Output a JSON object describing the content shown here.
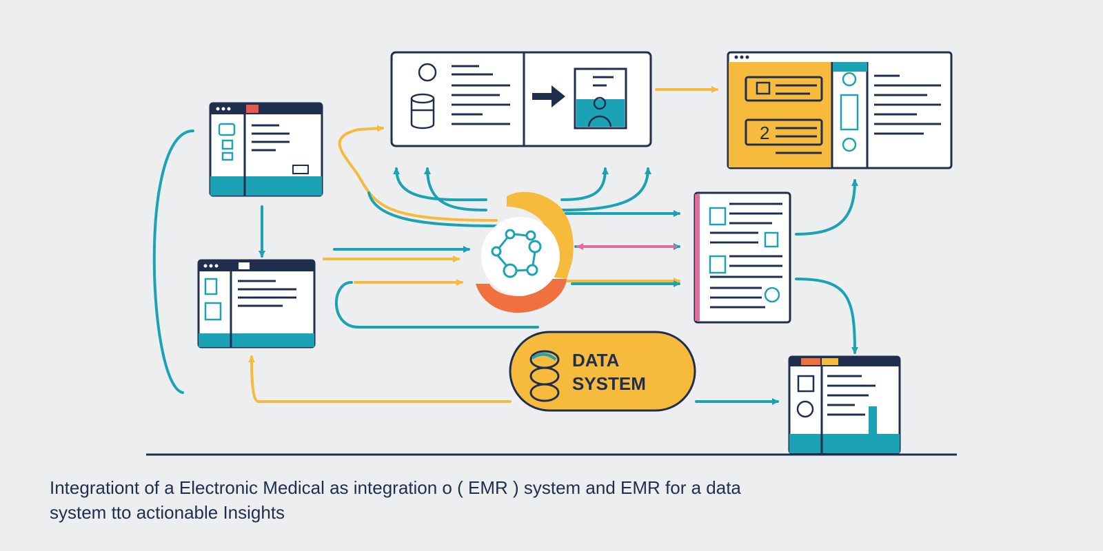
{
  "caption": {
    "line1": "Integrationt of a Electronic Medical as integration o ( EMR ) system and EMR for a data",
    "line2": "system tto actionable Insights"
  },
  "data_system": {
    "line1": "DATA",
    "line2": "SYSTEM"
  },
  "record_panel": {
    "number": "2"
  },
  "colors": {
    "navy": "#1f2e4d",
    "teal": "#1ba2b4",
    "yellow": "#f6bb3d",
    "orange": "#f07040",
    "pink": "#e56b9c",
    "background": "#eceef0"
  },
  "icons": [
    "database-icon",
    "workflow-network-icon",
    "clinician-icon",
    "document-icon",
    "arrow-right-icon"
  ]
}
